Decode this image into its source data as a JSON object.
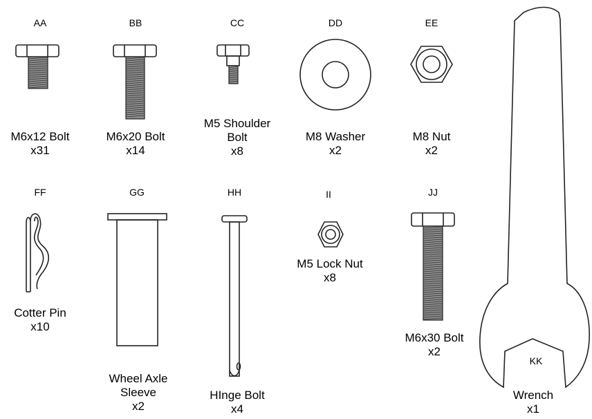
{
  "parts": [
    {
      "id": "aa",
      "code": "AA",
      "name": "M6x12 Bolt",
      "qty": "x31"
    },
    {
      "id": "bb",
      "code": "BB",
      "name": "M6x20 Bolt",
      "qty": "x14"
    },
    {
      "id": "cc",
      "code": "CC",
      "name_lines": [
        "M5 Shoulder",
        "Bolt"
      ],
      "qty": "x8"
    },
    {
      "id": "dd",
      "code": "DD",
      "name": "M8 Washer",
      "qty": "x2"
    },
    {
      "id": "ee",
      "code": "EE",
      "name": "M8 Nut",
      "qty": "x2"
    },
    {
      "id": "ff",
      "code": "FF",
      "name": "Cotter Pin",
      "qty": "x10"
    },
    {
      "id": "gg",
      "code": "GG",
      "name_lines": [
        "Wheel Axle",
        "Sleeve"
      ],
      "qty": "x2"
    },
    {
      "id": "hh",
      "code": "HH",
      "name": "HInge Bolt",
      "qty": "x4"
    },
    {
      "id": "ii",
      "code": "II",
      "name": "M5 Lock Nut",
      "qty": "x8"
    },
    {
      "id": "jj",
      "code": "JJ",
      "name": "M6x30 Bolt",
      "qty": "x2"
    },
    {
      "id": "kk",
      "code": "KK",
      "name": "Wrench",
      "qty": "x1"
    }
  ],
  "icons": [
    "bolt-icon",
    "shoulder-bolt-icon",
    "washer-icon",
    "nut-icon",
    "cotter-pin-icon",
    "sleeve-icon",
    "hinge-bolt-icon",
    "lock-nut-icon",
    "wrench-icon"
  ]
}
